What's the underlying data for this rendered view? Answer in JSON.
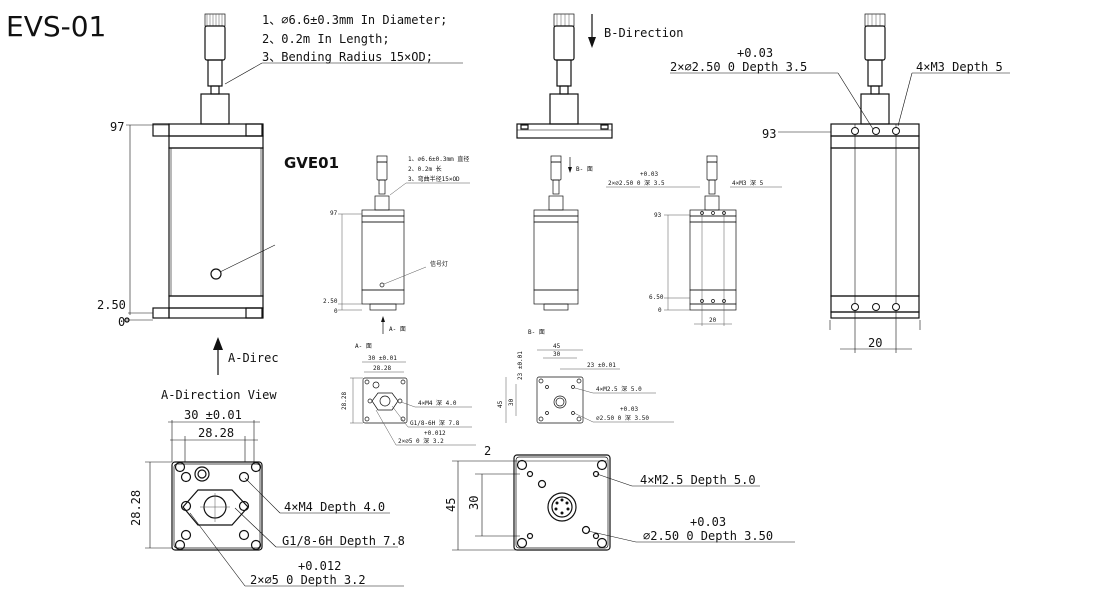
{
  "title": "EVS-01",
  "inset_title": "GVE01",
  "notes": {
    "line1": "1、∅6.6±0.3mm In Diameter;",
    "line2": "2、0.2m In Length;",
    "line3": "3、Bending Radius 15×OD;"
  },
  "front_view": {
    "dim_97": "97",
    "dim_2_50": "2.50",
    "dim_0": "0",
    "arrow_label": "A-Direc"
  },
  "b_direction_view": {
    "label": "B-Direction"
  },
  "side_view": {
    "tol_plus": "+0.03",
    "hole_note": "2×∅2.50  0  Depth 3.5",
    "m3_note": "4×M3 Depth 5",
    "dim_93": "93",
    "dim_20": "20"
  },
  "a_view": {
    "title": "A-Direction View",
    "dim_30": "30 ±0.01",
    "dim_28_28_h": "28.28",
    "dim_28_28_v": "28.28",
    "m4_note": "4×M4 Depth 4.0",
    "g18_note": "G1/8-6H Depth 7.8",
    "tol_plus": "+0.012",
    "hole_note": "2×∅5  0    Depth 3.2"
  },
  "b_view": {
    "dim_45": "45",
    "dim_30": "30",
    "m25_note": "4×M2.5 Depth 5.0",
    "tol_plus": "+0.03",
    "hole_note": "∅2.50  0    Depth 3.50"
  },
  "inset": {
    "notes": {
      "line1": "1、∅6.6±0.3mm 直径",
      "line2": "2、0.2m 长",
      "line3": "3、弯曲半径15×OD"
    },
    "signal_lamp": "信号灯",
    "dim_97": "97",
    "dim_2_50": "2.50",
    "dim_0": "0",
    "a_arrow": "A- 面",
    "b_arrow": "B- 面",
    "side_tol": "+0.03",
    "side_hole": "2×∅2.50  0    深  3.5",
    "side_m3": "4×M3  深    5",
    "dim_93": "93",
    "dim_6_50": "6.50",
    "dim_0b": "0",
    "dim_20": "20",
    "a_view_title": "A- 面",
    "a_dim_30": "30 ±0.01",
    "a_dim_28_28": "28.28",
    "a_dim_28_28_v": "28.28",
    "a_m4": "4×M4    深   4.0",
    "a_g18": "G1/8-6H  深  7.8",
    "a_tol": "+0.012",
    "a_hole": "2×∅5  0    深  3.2",
    "b_view_title": "B- 面",
    "b_dim_45": "45",
    "b_dim_30": "30",
    "b_dim_23": "23 ±0.01",
    "b_dim_23_v": "23 ±0.01",
    "b_dim_45_v": "45",
    "b_dim_30_v": "30",
    "b_m25": "4×M2.5  深  5.0",
    "b_tol": "+0.03",
    "b_hole": "∅2.50  0    深  3.50"
  }
}
